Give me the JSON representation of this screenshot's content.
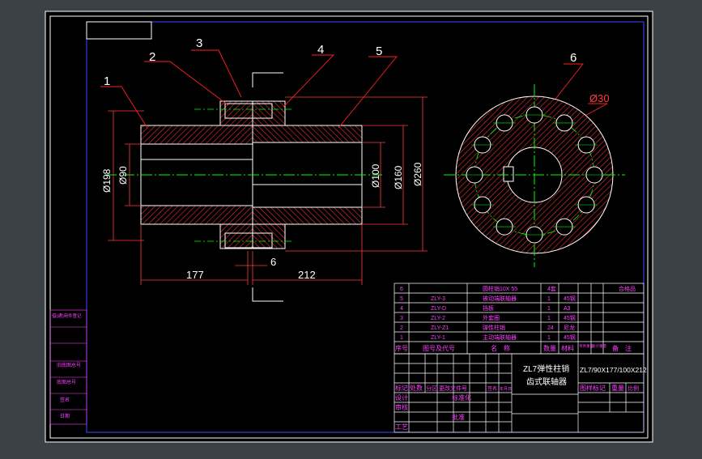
{
  "colors": {
    "viewport_bg": "#3c4148",
    "sheet_bg": "#000000",
    "frame": "#ffffff",
    "border_blue": "#3a4cff",
    "geometry": "#ffffff",
    "hatch": "#ff3b3b",
    "dimension": "#ff3b3b",
    "centerline": "#00ff00",
    "leader": "#ff2020",
    "table_text": "#ff40ff",
    "dim_text": "#ffffff",
    "yellow": "#ffff00"
  },
  "balloons": [
    "1",
    "2",
    "3",
    "4",
    "5",
    "6"
  ],
  "dimensions": {
    "d198": "Ø198",
    "d90": "Ø90",
    "d100": "Ø100",
    "d160": "Ø160",
    "d260": "Ø260",
    "d30": "Ø30",
    "len177": "177",
    "len212": "212",
    "gap6": "6"
  },
  "parts_list": {
    "rows": [
      {
        "no": "6",
        "code": "",
        "name": "圆柱销10X 55",
        "qty": "4套",
        "material": "",
        "note": "合格品"
      },
      {
        "no": "5",
        "code": "ZLY-3",
        "name": "被动端联轴器",
        "qty": "1",
        "material": "45钢",
        "note": ""
      },
      {
        "no": "4",
        "code": "ZLY-D",
        "name": "挡板",
        "qty": "1",
        "material": "A3",
        "note": ""
      },
      {
        "no": "3",
        "code": "ZLY-2",
        "name": "外套圈",
        "qty": "1",
        "material": "45钢",
        "note": ""
      },
      {
        "no": "2",
        "code": "ZLY-Z1",
        "name": "弹性柱销",
        "qty": "24",
        "material": "尼龙",
        "note": ""
      },
      {
        "no": "1",
        "code": "ZLY-1",
        "name": "主动端联轴器",
        "qty": "1",
        "material": "45钢",
        "note": ""
      }
    ],
    "header": {
      "no": "序号",
      "code": "图号及代号",
      "name": "名　称",
      "qty": "数量",
      "material": "材料",
      "unit_weight": "单件重量",
      "total_weight": "总计重量",
      "note": "备　注"
    }
  },
  "title_block": {
    "name_line1": "ZL7弹性柱销",
    "name_line2": "齿式联轴器",
    "drawing_code": "ZL7/90X177/100X212",
    "change_headers": [
      "标记",
      "处数",
      "分区",
      "更改文件号",
      "签名",
      "年月日"
    ],
    "design": "设计",
    "standardize": "标准化",
    "check": "审核",
    "process": "工艺",
    "approve": "批准",
    "stage_mark": "图样标记",
    "weight": "重量",
    "scale": "比例",
    "sign_marks": [
      "签",
      "名",
      "日",
      "期"
    ]
  },
  "side_table": {
    "labels": [
      "借(通)用件登记",
      "旧底图总号",
      "底图总号",
      "签名",
      "日期"
    ]
  }
}
